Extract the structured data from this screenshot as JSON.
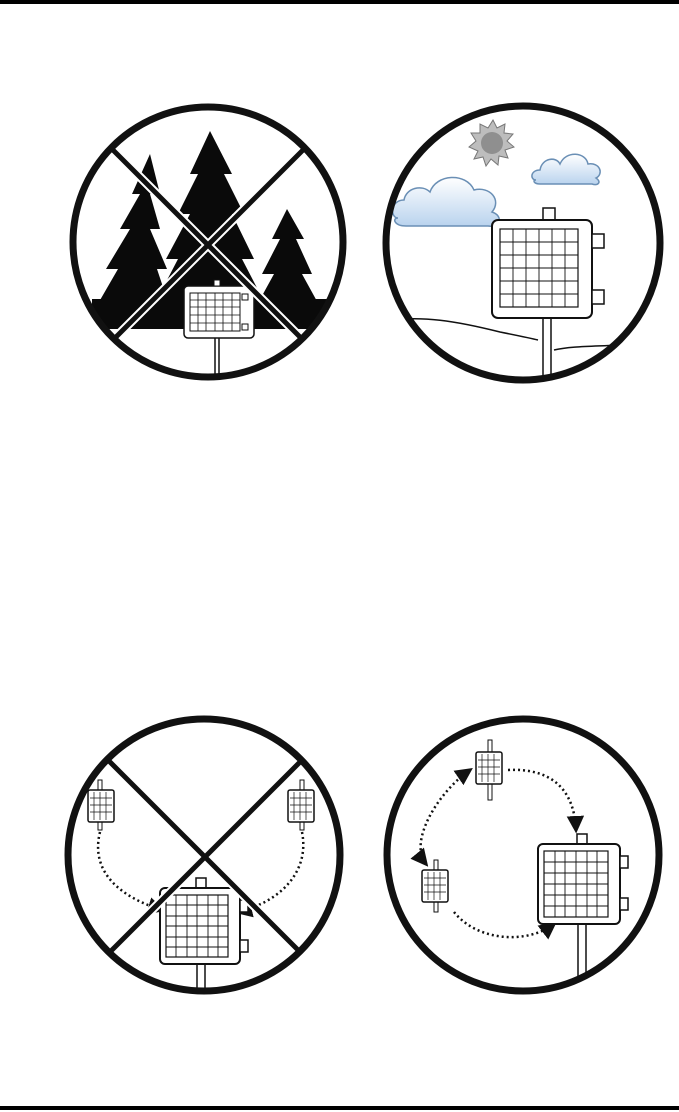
{
  "page": {
    "background": "#ffffff",
    "rule_color": "#000000"
  },
  "illustrations": [
    {
      "id": "trees-obstruction",
      "verdict": "incorrect",
      "mark": "x-cross"
    },
    {
      "id": "open-sky-placement",
      "verdict": "correct",
      "mark": "none"
    },
    {
      "id": "collinear-repeaters",
      "verdict": "incorrect",
      "mark": "x-cross"
    },
    {
      "id": "distributed-repeaters",
      "verdict": "correct",
      "mark": "none"
    }
  ],
  "colors": {
    "outline": "#111111",
    "tree": "#0a0a0a",
    "cloud_fill": "#dbe9f7",
    "cloud_stroke": "#6a8fb5",
    "sun": "#9a9a9a",
    "panel_fill": "#ffffff"
  }
}
